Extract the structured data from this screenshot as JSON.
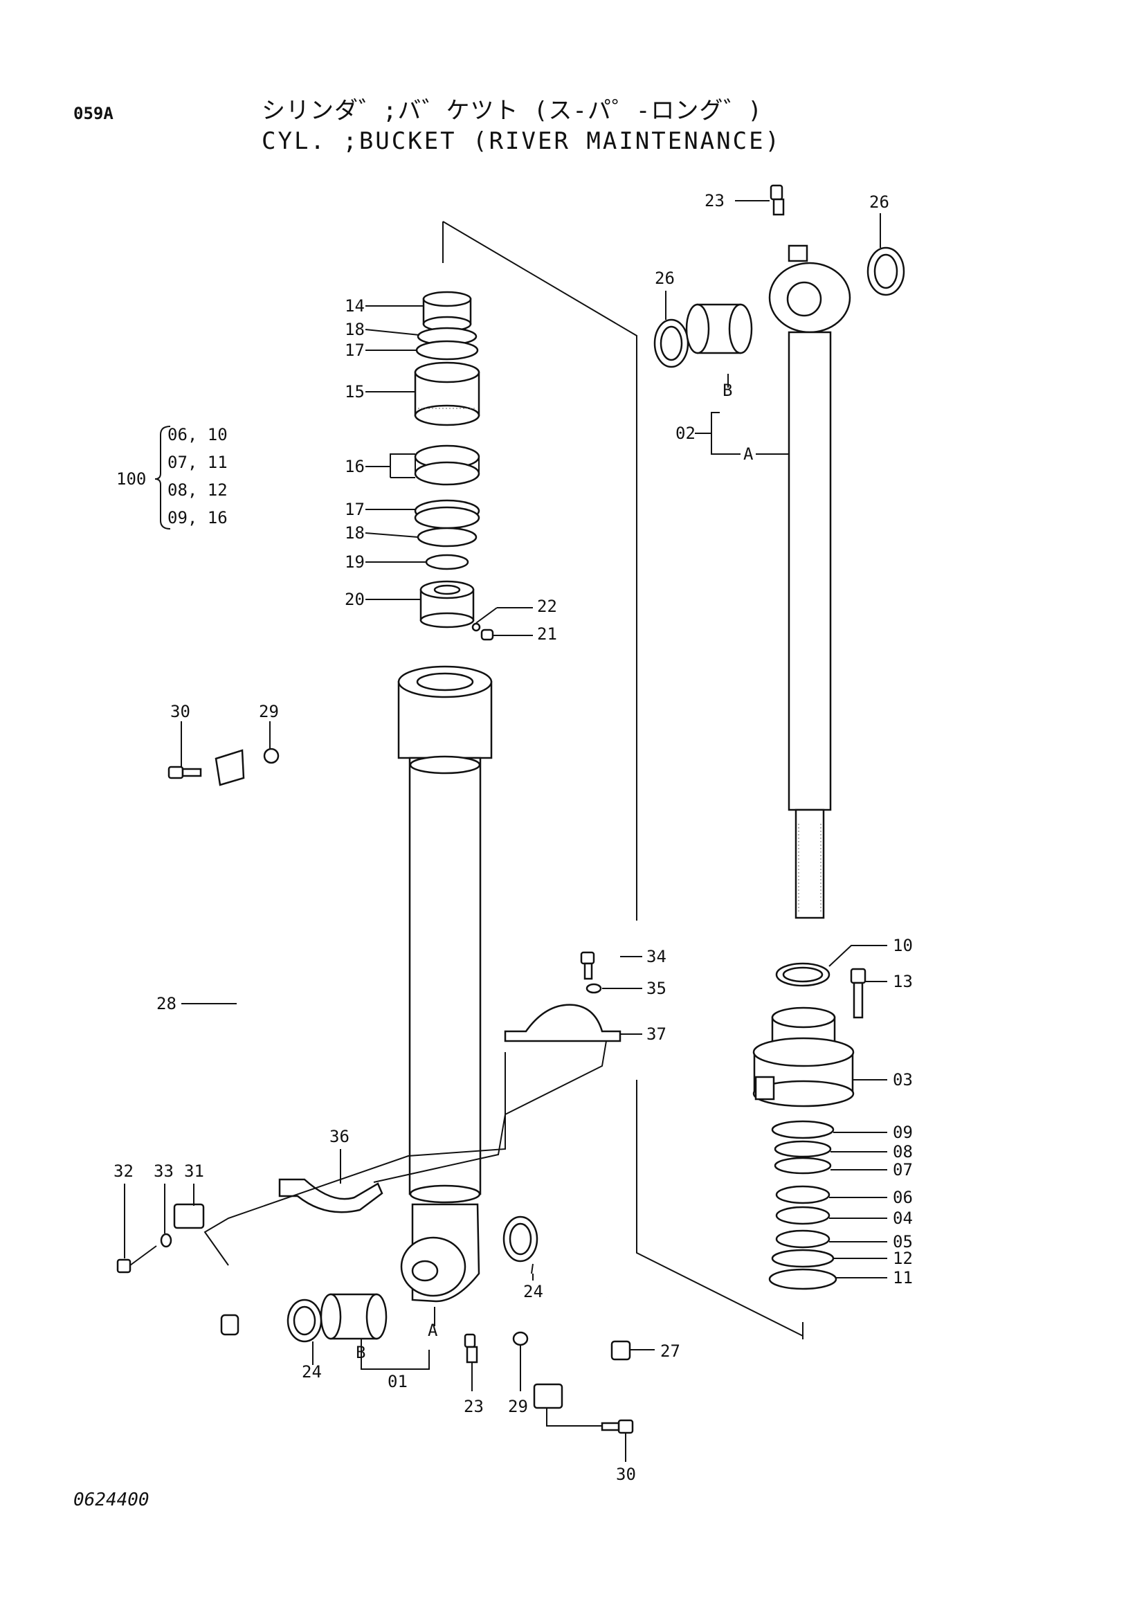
{
  "header": {
    "page_code": "059A",
    "title_jp": "シリンダ゛;バ゛ケツト (ス-パ゜-ロング゛)",
    "title_en": "CYL. ;BUCKET (RIVER MAINTENANCE)"
  },
  "footer": {
    "doc_number": "0624400"
  },
  "kit": {
    "number": "100",
    "rows": [
      "06, 10",
      "07, 11",
      "08, 12",
      "09, 16"
    ]
  },
  "callouts": {
    "c14": "14",
    "c18a": "18",
    "c17a": "17",
    "c15": "15",
    "c16": "16",
    "c17b": "17",
    "c18b": "18",
    "c19": "19",
    "c20": "20",
    "c22": "22",
    "c21": "21",
    "c23a": "23",
    "c26a": "26",
    "c26b": "26",
    "cB_rod": "B",
    "c02": "02",
    "cA_rod": "A",
    "c30a": "30",
    "c29a": "29",
    "c28": "28",
    "c34": "34",
    "c35": "35",
    "c37": "37",
    "c10": "10",
    "c13": "13",
    "c03": "03",
    "c09": "09",
    "c08": "08",
    "c07": "07",
    "c06": "06",
    "c04": "04",
    "c05": "05",
    "c12": "12",
    "c11": "11",
    "c36": "36",
    "c32": "32",
    "c33": "33",
    "c31": "31",
    "c24a": "24",
    "c24b": "24",
    "cA_tube": "A",
    "cB_tube": "B",
    "c01": "01",
    "c23b": "23",
    "c29b": "29",
    "c27": "27",
    "c30b": "30"
  }
}
